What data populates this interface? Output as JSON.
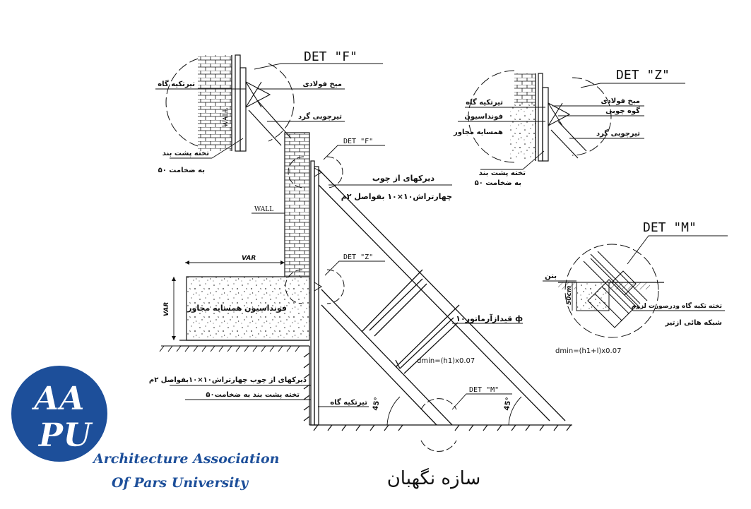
{
  "detail_labels": {
    "det_f_large": "DET   \"F\"",
    "det_z_large": "DET   \"Z\"",
    "det_m_large": "DET   \"M\"",
    "det_f_small": "DET   \"F\"",
    "det_z_small": "DET   \"Z\"",
    "det_m_small": "DET   \"M\""
  },
  "det_f_detail": {
    "label_beam_rest": "تیرتکیه گاه",
    "label_steel_nail": "میخ فولادی",
    "label_round_timber": "تیرچوبی گرد",
    "label_wall": "WALL",
    "label_backing_board_1": "تخته پشت بند",
    "label_backing_board_2": "به ضخامت ۵٠"
  },
  "det_z_detail": {
    "label_beam_rest": "تیرتکیه گاه",
    "label_foundation": "فونداسیون",
    "label_neighbor": "همسایه مجاور",
    "label_steel_nail": "میخ فولادی",
    "label_wooden_wedge": "گوه چوبی",
    "label_round_timber": "تیرچوبی گرد",
    "label_backing_board_1": "تخته پشت بند",
    "label_backing_board_2": "به ضخامت ۵٠"
  },
  "det_m_detail": {
    "label_concrete": "بتن",
    "label_dim": "50cm",
    "label_support_board": "تخته تکیه گاه ودرصورت لزوم",
    "label_grid": "شبکه هائی ازتیر",
    "formula": "dmin=(h1+l)x0.07"
  },
  "main_section": {
    "label_wall": "WALL",
    "label_var_h": "VAR",
    "label_var_v": "VAR",
    "label_wood_struts_1": "دیرکهای از چوب",
    "label_wood_struts_2": "چهارتراش۱۰×۱۰ بفواصل ۲م",
    "label_neighbor_foundation": "فونداسیون همسایه مجاور",
    "label_crossbar": "قیدازآرماتور۱۰ ф",
    "formula": "dmin=(h1)x0.07",
    "label_struts_bottom": "دیرکهای از چوب چهارتراش۱۰×۱۰بفواصل ۲م",
    "label_backing_bottom": "تخته پشت بند به ضخامت۵٠",
    "label_beam_rest": "تیرتکیه گاه",
    "angle_left": "45°",
    "angle_right": "45°"
  },
  "caption": "سازه نگهبان",
  "logo": {
    "monogram_top": "AA",
    "monogram_bottom": "PU",
    "line1": "Architecture Association",
    "line2": "Of Pars University",
    "circle_color": "#1d4f9a",
    "text_color": "#1d4f9a"
  }
}
